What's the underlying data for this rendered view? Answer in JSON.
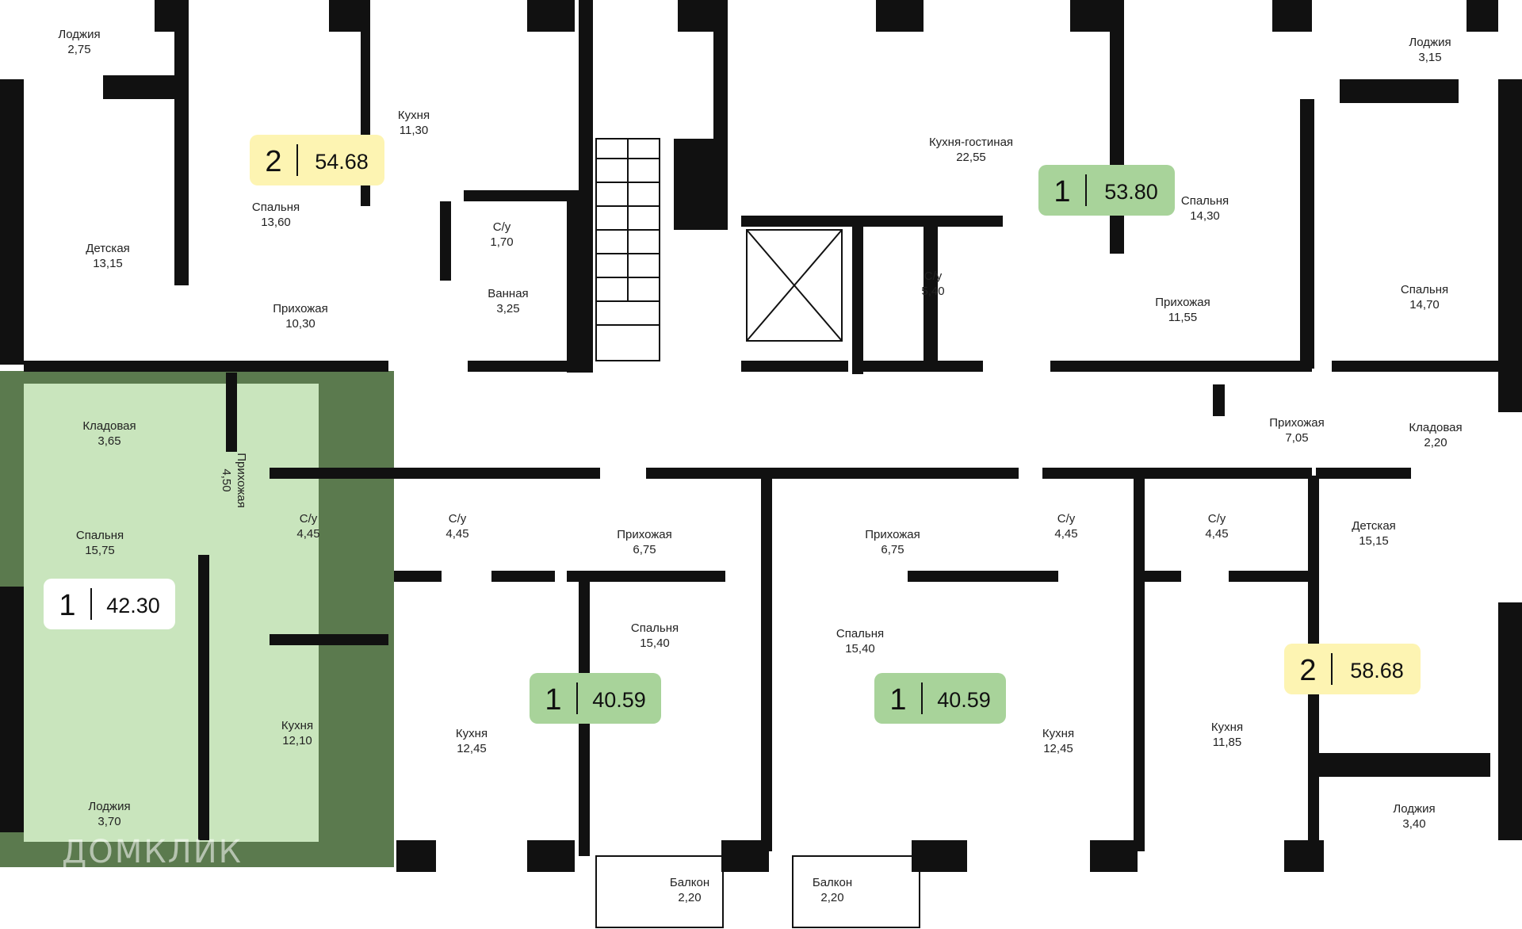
{
  "colors": {
    "wall": "#111111",
    "highlight_dark": "#5b7a4e",
    "highlight_light": "#c9e5bd",
    "badge_yellow": "#fdf4b2",
    "badge_green": "#a8d39a",
    "badge_white": "#ffffff"
  },
  "apartments": [
    {
      "rooms": "2",
      "area": "54.68",
      "color": "yellow"
    },
    {
      "rooms": "1",
      "area": "53.80",
      "color": "green"
    },
    {
      "rooms": "1",
      "area": "42.30",
      "color": "white"
    },
    {
      "rooms": "1",
      "area": "40.59",
      "color": "green"
    },
    {
      "rooms": "1",
      "area": "40.59",
      "color": "green"
    },
    {
      "rooms": "2",
      "area": "58.68",
      "color": "yellow"
    }
  ],
  "rooms": [
    {
      "name": "Лоджия",
      "area": "2,75"
    },
    {
      "name": "Детская",
      "area": "13,15"
    },
    {
      "name": "Спальня",
      "area": "13,60"
    },
    {
      "name": "Кухня",
      "area": "11,30"
    },
    {
      "name": "С/у",
      "area": "1,70"
    },
    {
      "name": "Ванная",
      "area": "3,25"
    },
    {
      "name": "Прихожая",
      "area": "10,30"
    },
    {
      "name": "Кухня-гостиная",
      "area": "22,55"
    },
    {
      "name": "С/у",
      "area": "5,40"
    },
    {
      "name": "Спальня",
      "area": "14,30"
    },
    {
      "name": "Прихожая",
      "area": "11,55"
    },
    {
      "name": "Лоджия",
      "area": "3,15"
    },
    {
      "name": "Спальня",
      "area": "14,70"
    },
    {
      "name": "Кладовая",
      "area": "3,65"
    },
    {
      "name": "Прихожая",
      "area": "4,50"
    },
    {
      "name": "Спальня",
      "area": "15,75"
    },
    {
      "name": "С/у",
      "area": "4,45"
    },
    {
      "name": "Кухня",
      "area": "12,10"
    },
    {
      "name": "Лоджия",
      "area": "3,70"
    },
    {
      "name": "С/у",
      "area": "4,45"
    },
    {
      "name": "Прихожая",
      "area": "6,75"
    },
    {
      "name": "Спальня",
      "area": "15,40"
    },
    {
      "name": "Кухня",
      "area": "12,45"
    },
    {
      "name": "Балкон",
      "area": "2,20"
    },
    {
      "name": "Прихожая",
      "area": "6,75"
    },
    {
      "name": "Спальня",
      "area": "15,40"
    },
    {
      "name": "Балкон",
      "area": "2,20"
    },
    {
      "name": "С/у",
      "area": "4,45"
    },
    {
      "name": "Кухня",
      "area": "12,45"
    },
    {
      "name": "С/у",
      "area": "4,45"
    },
    {
      "name": "Кухня",
      "area": "11,85"
    },
    {
      "name": "Прихожая",
      "area": "7,05"
    },
    {
      "name": "Кладовая",
      "area": "2,20"
    },
    {
      "name": "Детская",
      "area": "15,15"
    },
    {
      "name": "Лоджия",
      "area": "3,40"
    }
  ],
  "watermark": "ДОМКЛИК"
}
